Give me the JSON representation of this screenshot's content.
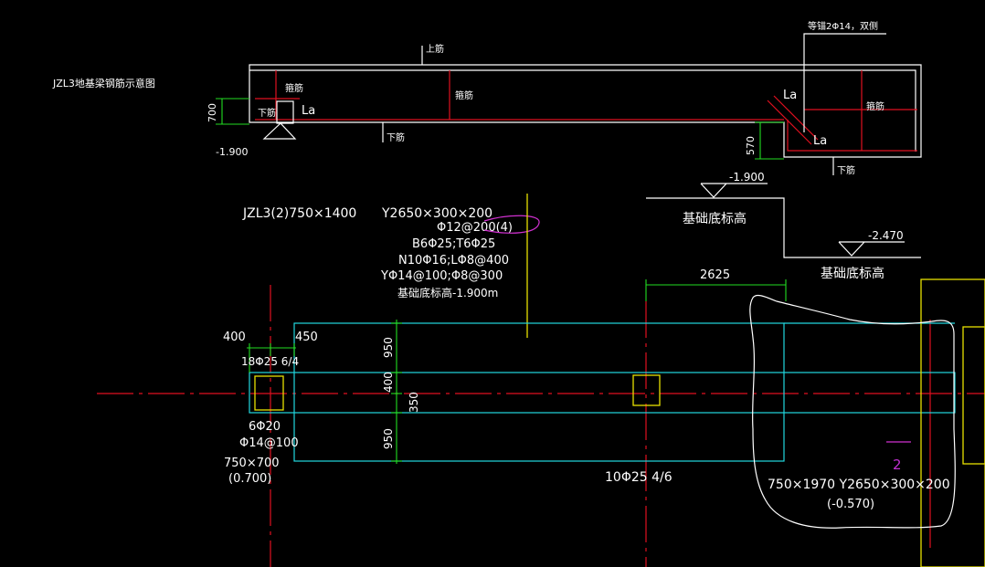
{
  "elevation": {
    "title": "JZL3地基梁钢筋示意图",
    "label_shang_jin": "上筋",
    "label_gu_jin_1": "箍筋",
    "label_gu_jin_2": "箍筋",
    "label_gu_jin_3": "箍筋",
    "label_xia_jin_1": "下筋",
    "label_xia_jin_2": "下筋",
    "label_xia_jin_3": "下筋",
    "label_la_1": "La",
    "label_la_2": "La",
    "label_la_3": "La",
    "label_side_bars": "等锚2Φ14，双侧",
    "dim_700": "700",
    "dim_570": "570",
    "elev_left": "-1.900"
  },
  "annotation": {
    "beam_id": "JZL3(2)750×1400",
    "slab": "Y2650×300×200",
    "stirrup": "Φ12@200(4)",
    "bottom_top": "B6Φ25;T6Φ25",
    "side": "N10Φ16;LΦ8@400",
    "y_bars": "YΦ14@100;Φ8@300",
    "base_elev": "基础底标高-1.900m"
  },
  "right_elev": {
    "elev_1": "-1.900",
    "label_1": "基础底标高",
    "elev_2": "-2.470",
    "label_2": "基础底标高",
    "dim_2625": "2625"
  },
  "plan": {
    "dim_400": "400",
    "dim_450": "450",
    "rebar_top_left": "18Φ25  6/4",
    "dim_950_top": "950",
    "dim_400_mid": "400",
    "dim_350": "350",
    "dim_950_bot": "950",
    "col_bars": "6Φ20",
    "col_stirrup": "Φ14@100",
    "col_size": "750×700",
    "col_elev": "(0.700)",
    "mid_bars": "10Φ25  4/6",
    "right_size": "750×1970   Y2650×300×200",
    "right_elev": "(-0.570)",
    "axis_number": "2"
  },
  "colors": {
    "background": "#000000",
    "white": "#ffffff",
    "red": "#e01020",
    "green": "#22dd22",
    "cyan": "#22d8e0",
    "yellow": "#e8e000",
    "magenta": "#d030d0"
  }
}
